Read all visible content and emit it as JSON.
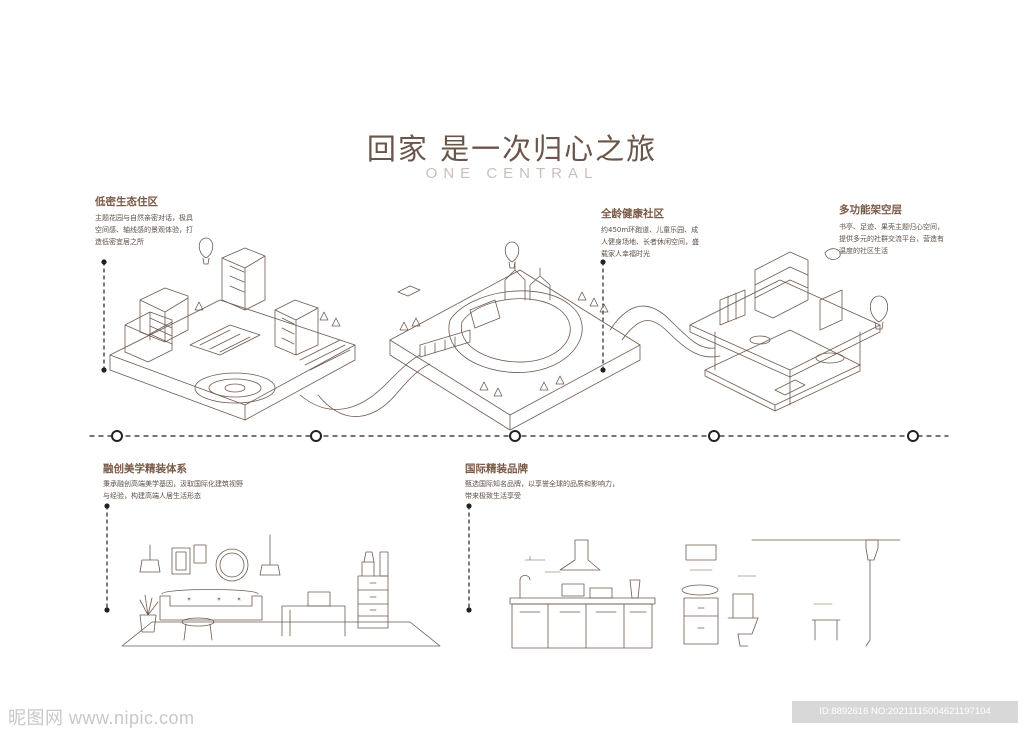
{
  "header": {
    "title": "回家 是一次归心之旅",
    "subtitle": "ONE CENTRAL"
  },
  "sections": {
    "low_density": {
      "title": "低密生态住区",
      "desc": [
        "主题花园与自然亲密对话，极具",
        "空间感、轴线感的景观体验，打",
        "造低密宜居之所"
      ]
    },
    "all_age": {
      "title": "全龄健康社区",
      "desc": [
        "约450m环跑道、儿童乐园、成",
        "人健身场地、长者休闲空间，盛",
        "载家人幸福时光"
      ]
    },
    "multi_function": {
      "title": "多功能架空层",
      "desc": [
        "书亭、足迹、果壳主题归心空间，",
        "提供多元的社群交流平台，营造有",
        "温度的社区生活"
      ]
    },
    "sunac_aesthetics": {
      "title": "融创美学精装体系",
      "desc": [
        "秉承融创高端美学基因，汲取国际化建筑视野",
        "与经验，构建高端人居生活形态"
      ]
    },
    "intl_brand": {
      "title": "国际精装品牌",
      "desc": [
        "甄选国际知名品牌，以享誉全球的品质和影响力，",
        "带来极致生活享受"
      ]
    }
  },
  "colors": {
    "line": "#6f5a4f",
    "title": "#6a554a",
    "subtitle": "#c9c0ba",
    "accent": "#7a5a47"
  },
  "watermark": {
    "left": "昵图网 www.nipic.com",
    "right": "ID:8892616 NO:20211115004621197104"
  }
}
